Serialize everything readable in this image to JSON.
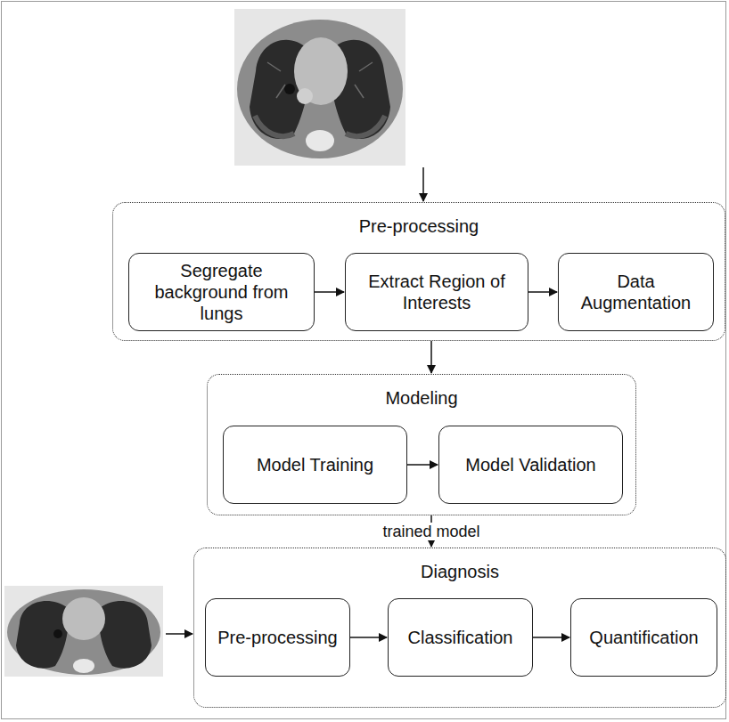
{
  "diagram": {
    "nodes": [
      {
        "text": [
          "Pre-processing"
        ]
      },
      {
        "text": [
          "Segregate background from lungs"
        ],
        "in": 0
      },
      {
        "text": [
          "Extract Region of Interests"
        ],
        "in": 0
      },
      {
        "text": [
          "Data Augmentation"
        ],
        "in": 0
      },
      {
        "text": [
          "Modeling"
        ]
      },
      {
        "text": [
          "Model Training"
        ],
        "in": 4
      },
      {
        "text": [
          "Model Validation"
        ],
        "in": 4
      },
      {
        "text": [
          "Diagnosis"
        ]
      },
      {
        "text": [
          "Pre-processing"
        ],
        "in": 7
      },
      {
        "text": [
          "Classification"
        ],
        "in": 7
      },
      {
        "text": [
          "Quantification"
        ],
        "in": 7
      }
    ],
    "edges": [
      {
        "from": 1,
        "to": 2,
        "arrow": "to"
      },
      {
        "from": 2,
        "to": 3,
        "arrow": "to"
      },
      {
        "from": 0,
        "to": 4,
        "arrow": "to"
      },
      {
        "from": 5,
        "to": 6,
        "arrow": "to"
      },
      {
        "from": 4,
        "to": 7,
        "label": "trained model",
        "arrow": "to"
      },
      {
        "from": 8,
        "to": 9,
        "arrow": "to"
      },
      {
        "from": 9,
        "to": 10,
        "arrow": "to"
      }
    ]
  }
}
